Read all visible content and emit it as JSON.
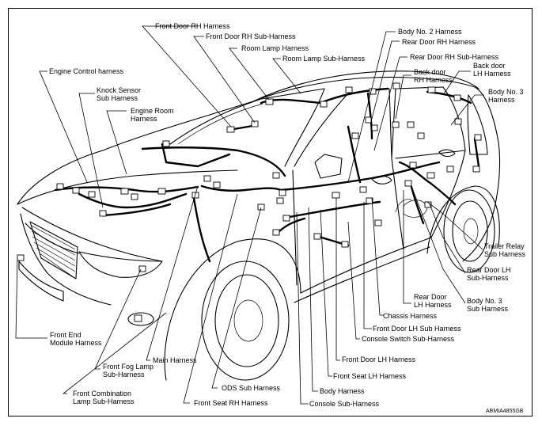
{
  "diagram_code": "ABMIA4855GB",
  "labels": {
    "front_door_rh_harness": "Front Door RH Harness",
    "front_door_rh_sub_harness": "Front Door RH Sub-Harness",
    "room_lamp_harness": "Room Lamp Harness",
    "room_lamp_sub_harness": "Room Lamp Sub-Harness",
    "engine_control_harness": "Engine Control harness",
    "knock_sensor_sub_harness_1": "Knock Sensor",
    "knock_sensor_sub_harness_2": "Sub Harness",
    "engine_room_harness_1": "Engine Room",
    "engine_room_harness_2": "Harness",
    "body_no2_harness": "Body No. 2 Harness",
    "rear_door_rh_harness": "Rear Door RH Harness",
    "rear_door_rh_sub_harness": "Rear Door RH Sub-Harness",
    "back_door_rh_harness_1": "Back door",
    "back_door_rh_harness_2": "RH Harness",
    "back_door_lh_harness_1": "Back door",
    "back_door_lh_harness_2": "LH Harness",
    "body_no3_harness_1": "Body No. 3",
    "body_no3_harness_2": "Harness",
    "trailer_relay_sub_harness_1": "Trailer Relay",
    "trailer_relay_sub_harness_2": "Sub Harness",
    "rear_door_lh_sub_harness_1": "Rear Door LH",
    "rear_door_lh_sub_harness_2": "Sub-Harness",
    "rear_door_lh_harness_1": "Rear Door",
    "rear_door_lh_harness_2": "LH Harness",
    "body_no3_sub_harness_1": "Body No. 3",
    "body_no3_sub_harness_2": "Sub Harness",
    "chassis_harness": "Chassis Harness",
    "front_door_lh_sub_harness": "Front Door LH Sub Harness",
    "console_switch_sub_harness": "Console Switch Sub-Harness",
    "front_door_lh_harness": "Front Door LH Harness",
    "front_seat_lh_harness": "Front Seat LH Harness",
    "body_harness": "Body Harness",
    "console_sub_harness": "Console Sub-Harness",
    "front_end_module_harness_1": "Front End",
    "front_end_module_harness_2": "Module Harness",
    "front_fog_lamp_sub_harness_1": "Front Fog Lamp",
    "front_fog_lamp_sub_harness_2": "Sub-Harness",
    "main_harness": "Main Harness",
    "front_combination_lamp_sub_harness_1": "Front Combination",
    "front_combination_lamp_sub_harness_2": "Lamp Sub-Harness",
    "ods_sub_harness": "ODS Sub Harness",
    "front_seat_rh_harness": "Front Seat RH Harness"
  }
}
